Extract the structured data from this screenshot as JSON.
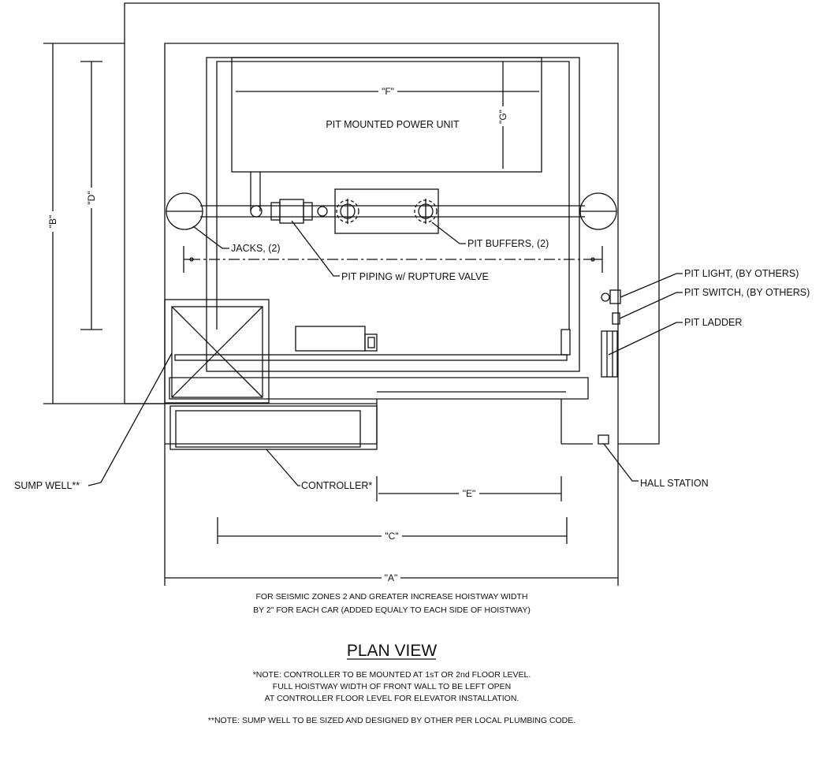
{
  "title": "PLAN VIEW",
  "labels": {
    "pit_power_unit": "PIT MOUNTED POWER UNIT",
    "jacks": "JACKS, (2)",
    "pit_buffers": "PIT BUFFERS, (2)",
    "pit_piping": "PIT PIPING w/ RUPTURE VALVE",
    "pit_light": "PIT LIGHT, (BY OTHERS)",
    "pit_switch": "PIT SWITCH, (BY OTHERS)",
    "pit_ladder": "PIT LADDER",
    "sump_well": "SUMP WELL**",
    "controller": "CONTROLLER*",
    "hall_station": "HALL STATION"
  },
  "dimensions": {
    "a": "\"A\"",
    "b": "\"B\"",
    "c": "\"C\"",
    "d": "\"D\"",
    "e": "\"E\"",
    "f": "\"F\"",
    "g": "\"G\""
  },
  "notes": {
    "seismic_line1": "FOR SEISMIC ZONES 2 AND GREATER INCREASE HOISTWAY WIDTH",
    "seismic_line2": "BY 2\" FOR EACH CAR (ADDED EQUALY TO EACH SIDE OF HOISTWAY)",
    "controller_line1": "*NOTE: CONTROLLER TO BE MOUNTED AT 1sT OR 2nd FLOOR LEVEL.",
    "controller_line2": "FULL HOISTWAY WIDTH OF FRONT WALL TO BE LEFT OPEN",
    "controller_line3": "AT CONTROLLER FLOOR LEVEL FOR ELEVATOR INSTALLATION.",
    "sump_note": "**NOTE: SUMP WELL TO BE SIZED AND DESIGNED BY OTHER PER LOCAL PLUMBING CODE."
  }
}
